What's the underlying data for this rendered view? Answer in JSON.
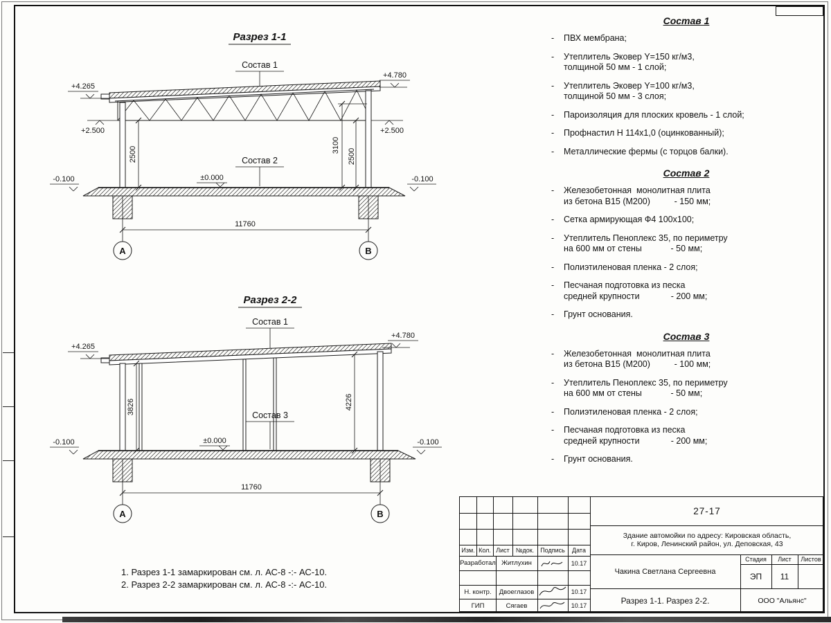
{
  "s1": {
    "title": "Разрез 1-1",
    "sostav1": "Состав 1",
    "sostav2": "Состав 2",
    "elev_left_top": "+4.265",
    "elev_right_top": "+4.780",
    "elev_left_mid": "+2.500",
    "elev_right_mid": "+2.500",
    "elev_left_low": "-0.100",
    "elev_right_low": "-0.100",
    "elev_zero": "±0.000",
    "dim_left": "2500",
    "dim_right_a": "3100",
    "dim_right_b": "2500",
    "dim_span": "11760",
    "axis_a": "А",
    "axis_b": "В"
  },
  "s2": {
    "title": "Разрез 2-2",
    "sostav1": "Состав 1",
    "sostav3": "Состав 3",
    "elev_left_top": "+4.265",
    "elev_right_top": "+4.780",
    "elev_left_low": "-0.100",
    "elev_right_low": "-0.100",
    "elev_zero": "±0.000",
    "dim_left": "3826",
    "dim_right": "4226",
    "dim_span": "11760",
    "axis_a": "А",
    "axis_b": "В"
  },
  "notes": [
    "1. Разрез 1-1 замаркирован см. л. АС-8 -:- АС-10.",
    "2. Разрез 2-2 замаркирован см. л. АС-8 -:- АС-10."
  ],
  "compositions": [
    {
      "title": "Состав 1",
      "items": [
        "ПВХ мембрана;",
        "Утеплитель Эковер Y=150 кг/м3,\nтолщиной 50 мм - 1 слой;",
        "Утеплитель Эковер Y=100 кг/м3,\nтолщиной 50 мм - 3 слоя;",
        "Пароизоляция для плоских кровель - 1 слой;",
        "Профнастил Н 114х1,0 (оцинкованный);",
        "Металлические фермы (с торцов балки)."
      ]
    },
    {
      "title": "Состав 2",
      "items": [
        "Железобетонная  монолитная плита\nиз бетона В15 (М200)          - 150 мм;",
        "Сетка армирующая Ф4 100х100;",
        "Утеплитель Пеноплекс 35, по периметру\nна 600 мм от стены            - 50 мм;",
        "Полиэтиленовая пленка - 2 слоя;",
        "Песчаная подготовка из песка\nсредней крупности             - 200 мм;",
        "Грунт основания."
      ]
    },
    {
      "title": "Состав 3",
      "items": [
        "Железобетонная  монолитная плита\nиз бетона В15 (М200)          - 100 мм;",
        "Утеплитель Пеноплекс 35, по периметру\nна 600 мм от стены            - 50 мм;",
        "Полиэтиленовая пленка - 2 слоя;",
        "Песчаная подготовка из песка\nсредней крупности             - 200 мм;",
        "Грунт основания."
      ]
    }
  ],
  "tb": {
    "doc_number": "27-17",
    "project": "Здание автомойки по адресу: Кировская область,\nг. Киров, Ленинский район, ул. Деповская, 43",
    "cols": [
      "Изм.",
      "Кол.",
      "Лист",
      "№док.",
      "Подпись",
      "Дата"
    ],
    "rows": [
      {
        "role": "Разработал",
        "name": "Житлухин",
        "date": "10.17"
      },
      {
        "role": "Н. контр.",
        "name": "Двоеглазов",
        "date": "10.17"
      },
      {
        "role": "ГИП",
        "name": "Сягаев",
        "date": "10.17"
      }
    ],
    "author": "Чакина Светлана Сергеевна",
    "stage_label": "Стадия",
    "list_label": "Лист",
    "listov_label": "Листов",
    "stage": "ЭП",
    "list_no": "11",
    "sheet_title": "Разрез 1-1. Разрез 2-2.",
    "company": "ООО \"Альянс\""
  }
}
